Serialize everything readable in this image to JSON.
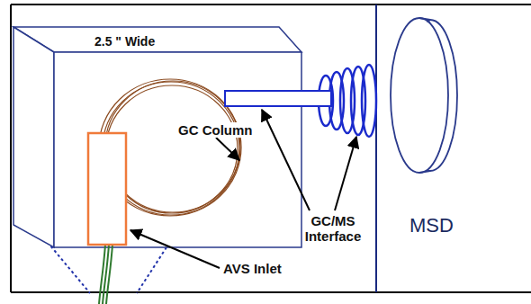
{
  "diagram": {
    "nodes": [
      {
        "text": [
          "2.5 \" Wide"
        ]
      },
      {
        "text": [
          "MSD"
        ]
      }
    ],
    "labels": [
      "GC Column",
      "GC/MS Interface",
      "AVS Inlet"
    ]
  }
}
